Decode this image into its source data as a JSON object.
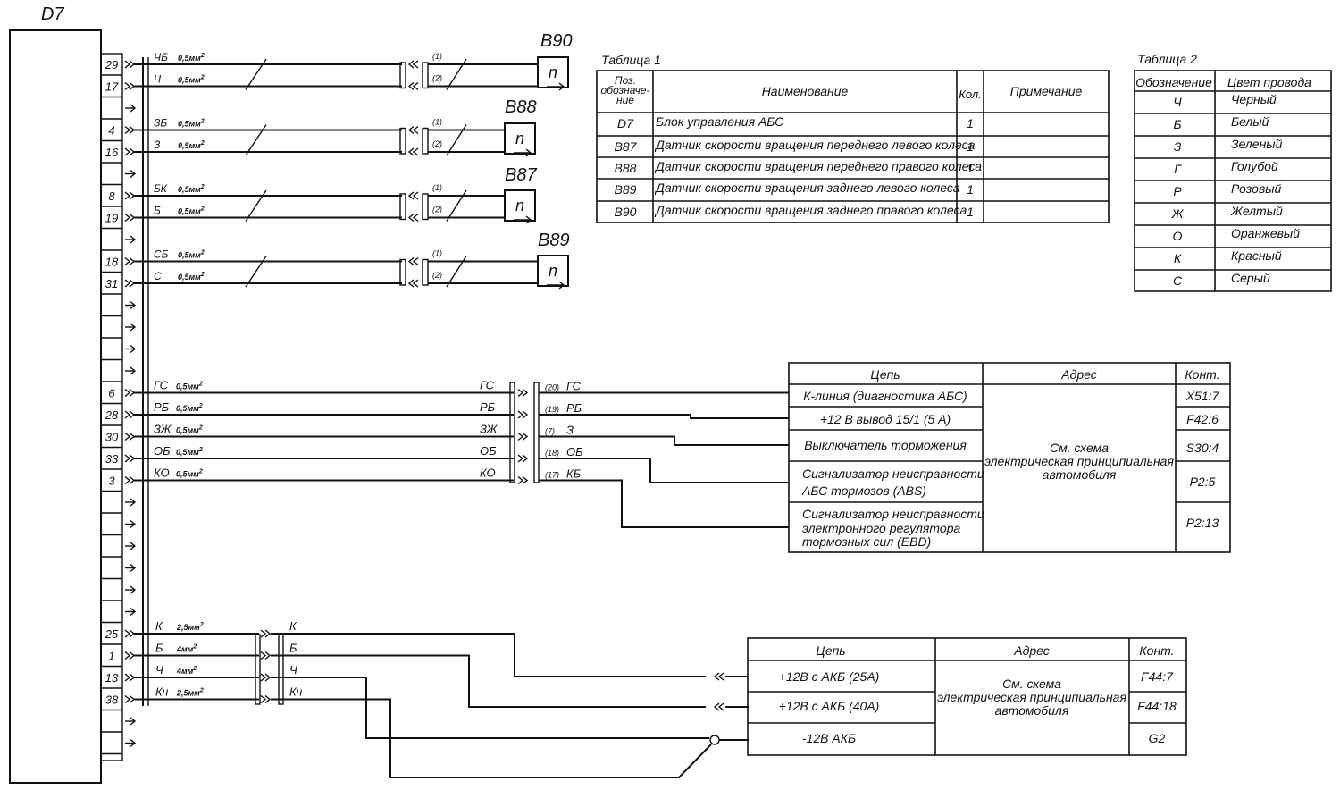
{
  "ecu": {
    "label": "D7",
    "pins": [
      {
        "n": "29",
        "row": 0
      },
      {
        "n": "17",
        "row": 1
      },
      {
        "n": "",
        "row": 2
      },
      {
        "n": "4",
        "row": 3
      },
      {
        "n": "16",
        "row": 4
      },
      {
        "n": "",
        "row": 5
      },
      {
        "n": "8",
        "row": 6
      },
      {
        "n": "19",
        "row": 7
      },
      {
        "n": "",
        "row": 8
      },
      {
        "n": "18",
        "row": 9
      },
      {
        "n": "31",
        "row": 10
      },
      {
        "n": "",
        "row": 11
      },
      {
        "n": "",
        "row": 12
      },
      {
        "n": "",
        "row": 13
      },
      {
        "n": "",
        "row": 14
      },
      {
        "n": "6",
        "row": 15
      },
      {
        "n": "28",
        "row": 16
      },
      {
        "n": "30",
        "row": 17
      },
      {
        "n": "33",
        "row": 18
      },
      {
        "n": "3",
        "row": 19
      },
      {
        "n": "",
        "row": 20
      },
      {
        "n": "",
        "row": 21
      },
      {
        "n": "",
        "row": 22
      },
      {
        "n": "",
        "row": 23
      },
      {
        "n": "",
        "row": 24
      },
      {
        "n": "",
        "row": 25
      },
      {
        "n": "25",
        "row": 26
      },
      {
        "n": "1",
        "row": 27
      },
      {
        "n": "13",
        "row": 28
      },
      {
        "n": "38",
        "row": 29
      },
      {
        "n": "",
        "row": 30
      },
      {
        "n": "",
        "row": 31
      }
    ]
  },
  "sensors": [
    {
      "name": "B90",
      "sym": "n",
      "w1": "ЧБ",
      "w2": "Ч",
      "s1": "0,5мм",
      "s2": "0,5мм",
      "c1": "(1)",
      "c2": "(2)"
    },
    {
      "name": "B88",
      "sym": "n",
      "w1": "ЗБ",
      "w2": "З",
      "s1": "0,5мм",
      "s2": "0,5мм",
      "c1": "(1)",
      "c2": "(2)"
    },
    {
      "name": "B87",
      "sym": "n",
      "w1": "БК",
      "w2": "Б",
      "s1": "0,5мм",
      "s2": "0,5мм",
      "c1": "(1)",
      "c2": "(2)"
    },
    {
      "name": "B89",
      "sym": "n",
      "w1": "СБ",
      "w2": "С",
      "s1": "0,5мм",
      "s2": "0,5мм",
      "c1": "(1)",
      "c2": "(2)"
    }
  ],
  "sup": "2",
  "diag": [
    {
      "w": "ГС",
      "s": "0,5мм",
      "mid": "ГС",
      "c": "(20)",
      "r": "ГС"
    },
    {
      "w": "РБ",
      "s": "0,5мм",
      "mid": "РБ",
      "c": "(19)",
      "r": "РБ"
    },
    {
      "w": "ЗЖ",
      "s": "0,5мм",
      "mid": "ЗЖ",
      "c": "(7)",
      "r": "З"
    },
    {
      "w": "ОБ",
      "s": "0,5мм",
      "mid": "ОБ",
      "c": "(18)",
      "r": "ОБ"
    },
    {
      "w": "КО",
      "s": "0,5мм",
      "mid": "КО",
      "c": "(17)",
      "r": "КБ"
    }
  ],
  "power": [
    {
      "w": "К",
      "s": "2,5мм",
      "r": "К"
    },
    {
      "w": "Б",
      "s": "4мм",
      "r": "Б"
    },
    {
      "w": "Ч",
      "s": "4мм",
      "r": "Ч"
    },
    {
      "w": "Кч",
      "s": "2,5мм",
      "r": "Кч"
    }
  ],
  "table1": {
    "title": "Таблица 1",
    "head": {
      "pos": "Поз. обозначе- ние",
      "pos_lines": [
        "Поз.",
        "обозначе-",
        "ние"
      ],
      "name": "Наименование",
      "qty": "Кол.",
      "note": "Примечание"
    },
    "rows": [
      {
        "pos": "D7",
        "name": "Блок управления АБС",
        "qty": "1"
      },
      {
        "pos": "B87",
        "name": "Датчик скорости вращения переднего левого колеса",
        "qty": "1"
      },
      {
        "pos": "B88",
        "name": "Датчик скорости вращения переднего правого колеса",
        "qty": "1"
      },
      {
        "pos": "B89",
        "name": "Датчик скорости вращения заднего левого колеса",
        "qty": "1"
      },
      {
        "pos": "B90",
        "name": "Датчик скорости вращения заднего правого колеса",
        "qty": "1"
      }
    ]
  },
  "table2": {
    "title": "Таблица 2",
    "head": {
      "code": "Обозначение",
      "color": "Цвет провода"
    },
    "rows": [
      {
        "code": "Ч",
        "color": "Черный"
      },
      {
        "code": "Б",
        "color": "Белый"
      },
      {
        "code": "З",
        "color": "Зеленый"
      },
      {
        "code": "Г",
        "color": "Голубой"
      },
      {
        "code": "Р",
        "color": "Розовый"
      },
      {
        "code": "Ж",
        "color": "Желтый"
      },
      {
        "code": "О",
        "color": "Оранжевый"
      },
      {
        "code": "К",
        "color": "Красный"
      },
      {
        "code": "С",
        "color": "Серый"
      }
    ]
  },
  "table3": {
    "head": {
      "circuit": "Цепь",
      "address": "Адрес",
      "contact": "Конт."
    },
    "address_lines": [
      "См. схема",
      "электрическая принципиальная",
      "автомобиля"
    ],
    "rows": [
      {
        "circuit": [
          "К-линия (диагностика АБС)"
        ],
        "contact": "X51:7"
      },
      {
        "circuit": [
          "+12 В вывод 15/1 (5 А)"
        ],
        "contact": "F42:6"
      },
      {
        "circuit": [
          "Выключатель торможения"
        ],
        "contact": "S30:4"
      },
      {
        "circuit": [
          "Сигнализатор неисправности",
          "АБС тормозов (ABS)"
        ],
        "contact": "P2:5"
      },
      {
        "circuit": [
          "Сигнализатор неисправности",
          "электронного регулятора",
          "тормозных сил (EBD)"
        ],
        "contact": "P2:13"
      }
    ]
  },
  "table4": {
    "head": {
      "circuit": "Цепь",
      "address": "Адрес",
      "contact": "Конт."
    },
    "address_lines": [
      "См. схема",
      "электрическая принципиальная",
      "автомобиля"
    ],
    "rows": [
      {
        "circuit": "+12В с АКБ (25А)",
        "contact": "F44:7"
      },
      {
        "circuit": "+12В с АКБ (40А)",
        "contact": "F44:18"
      },
      {
        "circuit": "-12В  АКБ",
        "contact": "G2"
      }
    ]
  }
}
